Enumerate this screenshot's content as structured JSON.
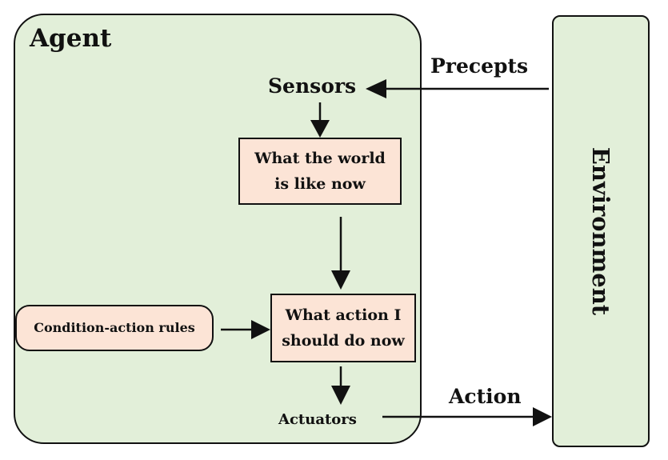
{
  "agent": {
    "title": "Agent"
  },
  "environment": {
    "label": "Environment"
  },
  "nodes": {
    "sensors": "Sensors",
    "world_state_line1": "What the world",
    "world_state_line2": "is like now",
    "decision_line1": "What action I",
    "decision_line2": "should do now",
    "rules": "Condition-action rules",
    "actuators": "Actuators"
  },
  "edges": {
    "precepts": "Precepts",
    "action": "Action"
  }
}
